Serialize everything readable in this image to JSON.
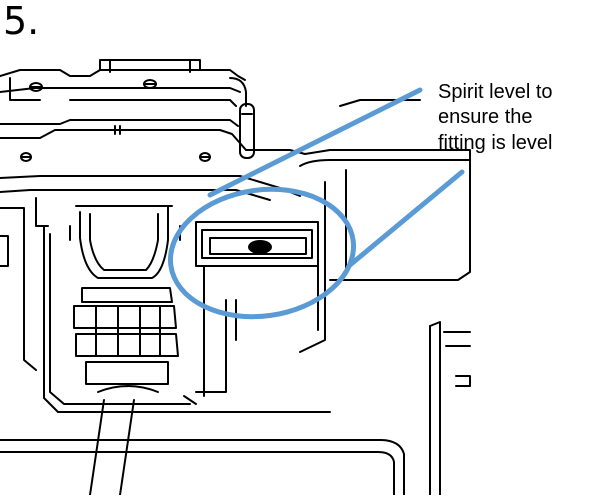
{
  "step": {
    "number": "5."
  },
  "callout": {
    "lines": [
      "Spirit level to",
      "ensure the",
      "fitting is level"
    ]
  },
  "colors": {
    "callout_accent": "#5b9bd5",
    "line_art": "#000000",
    "background": "#ffffff"
  },
  "icons": {
    "bubble": "spirit-level-bubble"
  }
}
